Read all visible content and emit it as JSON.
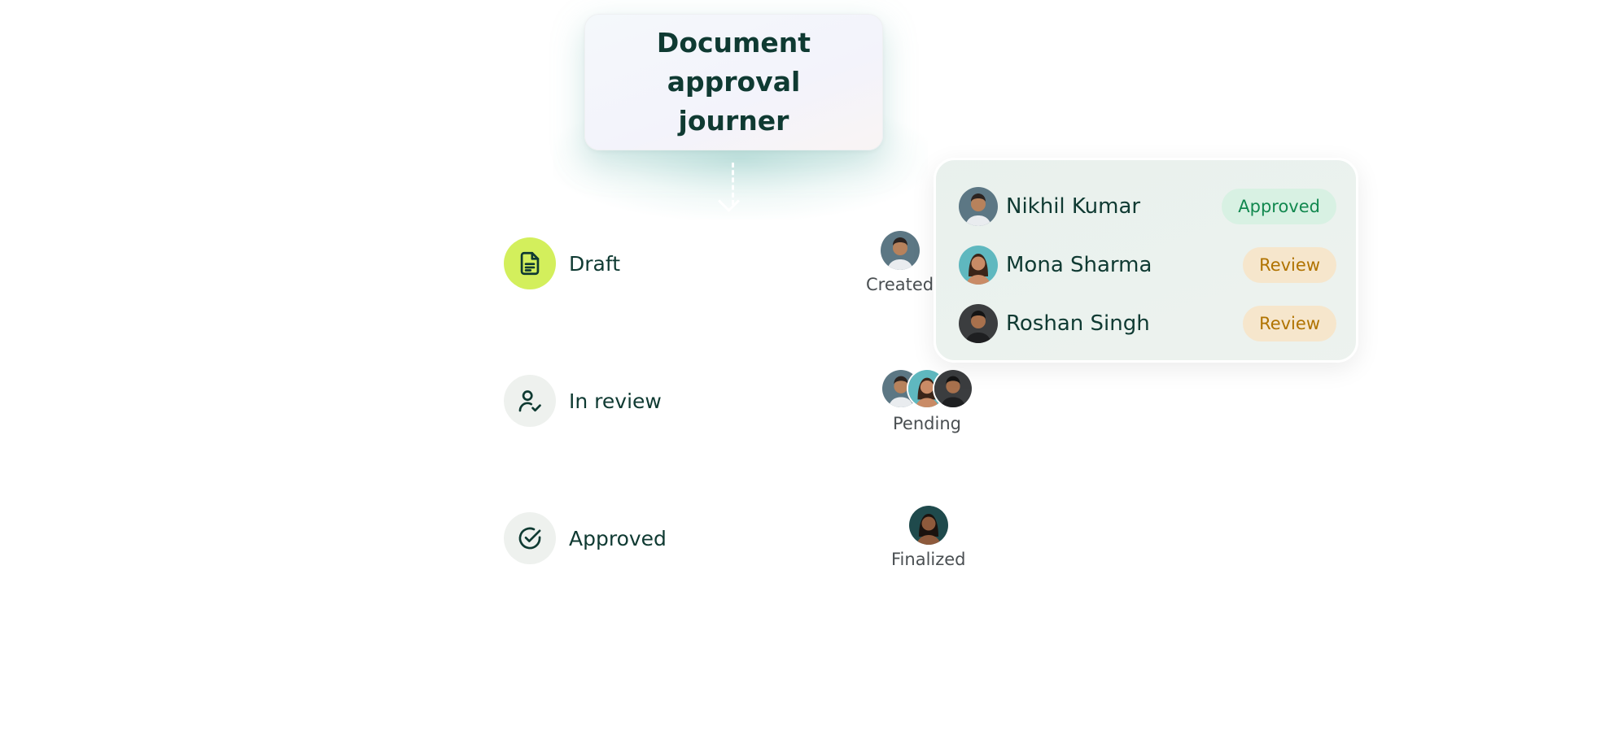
{
  "header": {
    "title": "Document approval journer"
  },
  "stages": [
    {
      "label": "Draft",
      "icon": "document-icon",
      "caption": "Created",
      "active": true
    },
    {
      "label": "In review",
      "icon": "user-check-icon",
      "caption": "Pending",
      "active": false
    },
    {
      "label": "Approved",
      "icon": "check-circle-icon",
      "caption": "Finalized",
      "active": false
    }
  ],
  "reviewers": [
    {
      "name": "Nikhil Kumar",
      "status": "Approved"
    },
    {
      "name": "Mona Sharma",
      "status": "Review"
    },
    {
      "name": "Roshan Singh",
      "status": "Review"
    }
  ],
  "colors": {
    "text": "#0f3a32",
    "active_stage": "#d3ef5c",
    "approved_badge_bg": "#d8f1e3",
    "approved_badge_text": "#12884f",
    "review_badge_bg": "#f6e6cc",
    "review_badge_text": "#b07300"
  }
}
